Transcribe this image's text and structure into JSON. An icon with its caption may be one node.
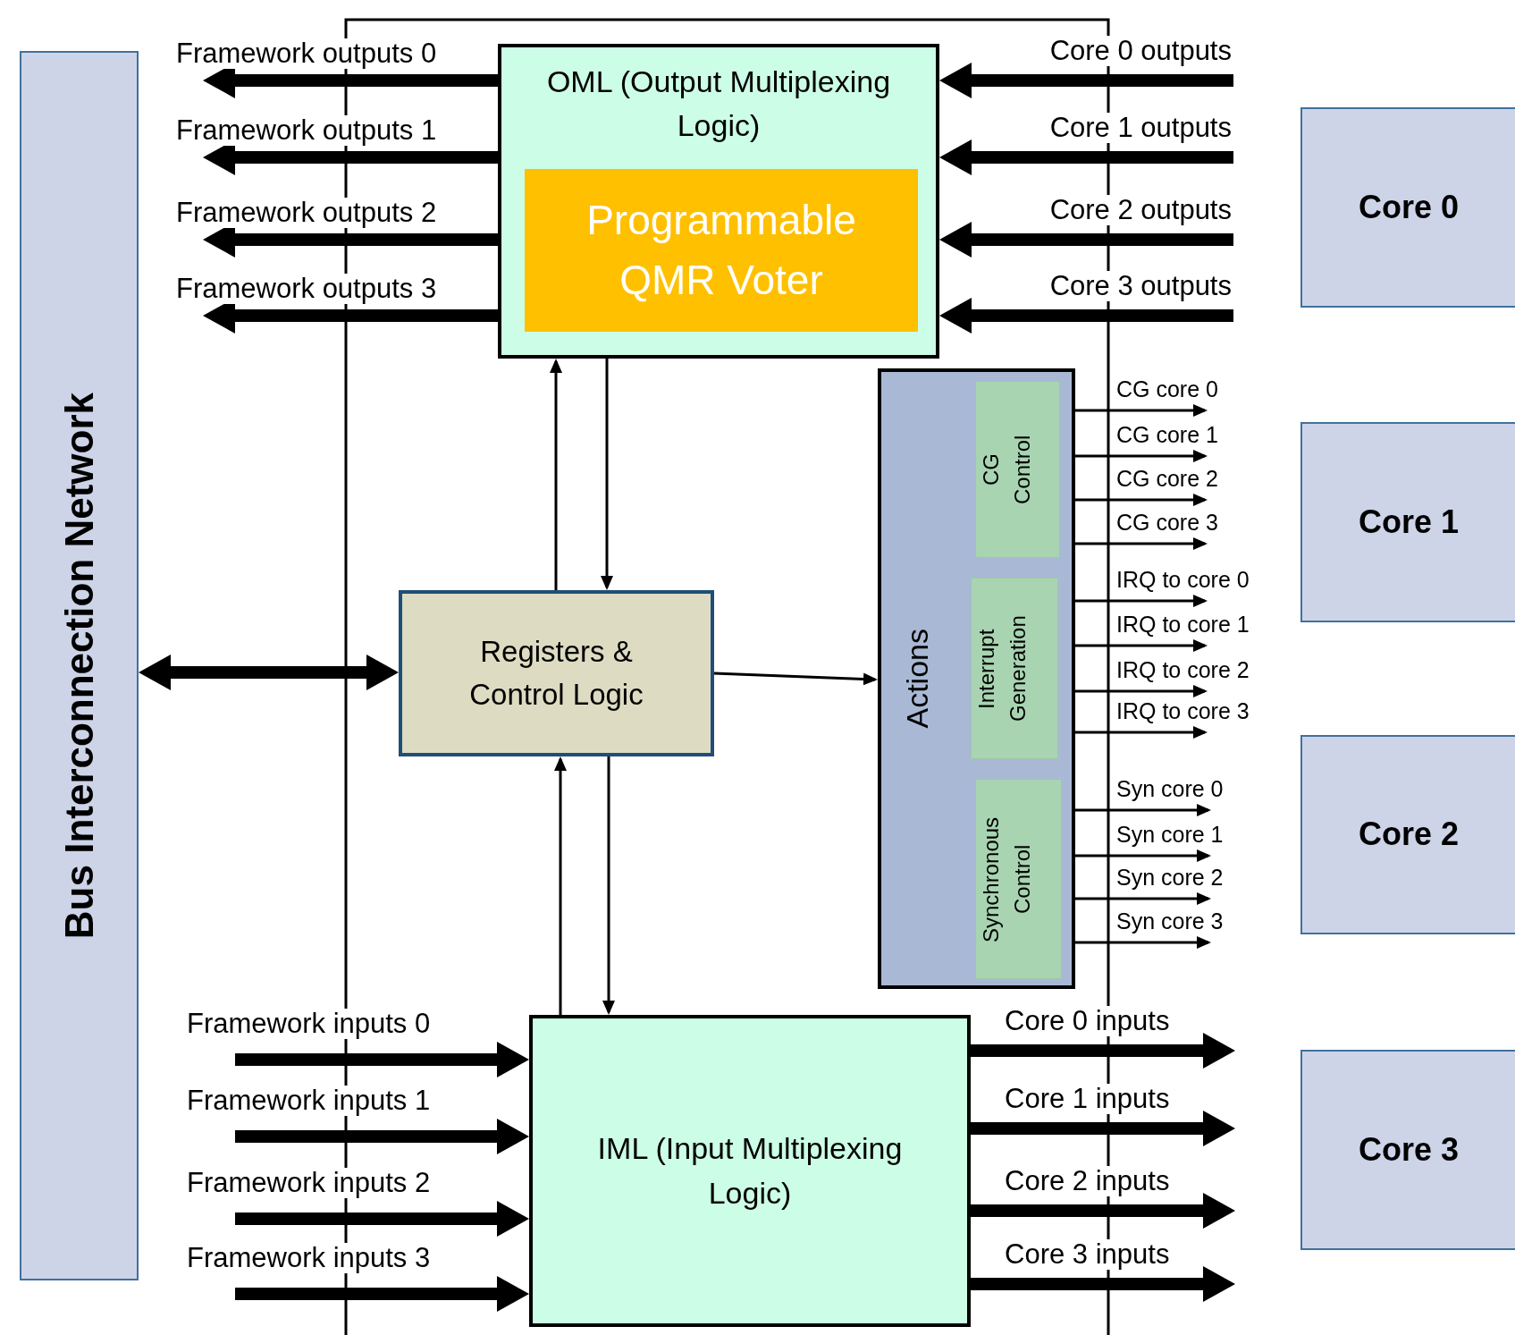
{
  "diagram": {
    "nodes": [
      {
        "text": [
          "Bus Interconnection Network"
        ]
      },
      {
        "text": [
          "OML (Output Multiplexing Logic)"
        ]
      },
      {
        "text": [
          "Programmable QMR Voter"
        ],
        "in": 1
      },
      {
        "text": [
          "Registers & Control Logic"
        ]
      },
      {
        "text": [
          "Actions"
        ]
      },
      {
        "text": [
          "CG Control"
        ],
        "in": 4
      },
      {
        "text": [
          "Interrupt Generation"
        ],
        "in": 4
      },
      {
        "text": [
          "Synchronous Control"
        ],
        "in": 4
      },
      {
        "text": [
          "IML (Input Multiplexing Logic)"
        ]
      },
      {
        "text": [
          "Core 0"
        ]
      },
      {
        "text": [
          "Core 1"
        ]
      },
      {
        "text": [
          "Core 2"
        ]
      },
      {
        "text": [
          "Core 3"
        ]
      }
    ],
    "edges": [
      {
        "from": 1,
        "to": null,
        "arrow": "to",
        "label": "Framework outputs 0",
        "style": "thick"
      },
      {
        "from": 1,
        "to": null,
        "arrow": "to",
        "label": "Framework outputs 1",
        "style": "thick"
      },
      {
        "from": 1,
        "to": null,
        "arrow": "to",
        "label": "Framework outputs 2",
        "style": "thick"
      },
      {
        "from": 1,
        "to": null,
        "arrow": "to",
        "label": "Framework outputs 3",
        "style": "thick"
      },
      {
        "from": null,
        "to": 1,
        "arrow": "to",
        "label": "Core 0 outputs",
        "style": "thick"
      },
      {
        "from": null,
        "to": 1,
        "arrow": "to",
        "label": "Core 1 outputs",
        "style": "thick"
      },
      {
        "from": null,
        "to": 1,
        "arrow": "to",
        "label": "Core 2 outputs",
        "style": "thick"
      },
      {
        "from": null,
        "to": 1,
        "arrow": "to",
        "label": "Core 3 outputs",
        "style": "thick"
      },
      {
        "from": 3,
        "to": 1,
        "arrow": "to"
      },
      {
        "from": 1,
        "to": 3,
        "arrow": "to"
      },
      {
        "from": 0,
        "to": 3,
        "arrow": "both",
        "style": "thick"
      },
      {
        "from": 3,
        "to": 4,
        "arrow": "to"
      },
      {
        "from": 5,
        "to": null,
        "arrow": "to",
        "label": "CG core 0"
      },
      {
        "from": 5,
        "to": null,
        "arrow": "to",
        "label": "CG core 1"
      },
      {
        "from": 5,
        "to": null,
        "arrow": "to",
        "label": "CG core 2"
      },
      {
        "from": 5,
        "to": null,
        "arrow": "to",
        "label": "CG core 3"
      },
      {
        "from": 6,
        "to": null,
        "arrow": "to",
        "label": "IRQ to core 0"
      },
      {
        "from": 6,
        "to": null,
        "arrow": "to",
        "label": "IRQ to core 1"
      },
      {
        "from": 6,
        "to": null,
        "arrow": "to",
        "label": "IRQ to core 2"
      },
      {
        "from": 6,
        "to": null,
        "arrow": "to",
        "label": "IRQ to core 3"
      },
      {
        "from": 7,
        "to": null,
        "arrow": "to",
        "label": "Syn core 0"
      },
      {
        "from": 7,
        "to": null,
        "arrow": "to",
        "label": "Syn core 1"
      },
      {
        "from": 7,
        "to": null,
        "arrow": "to",
        "label": "Syn core 2"
      },
      {
        "from": 7,
        "to": null,
        "arrow": "to",
        "label": "Syn core 3"
      },
      {
        "from": 8,
        "to": 3,
        "arrow": "to"
      },
      {
        "from": 3,
        "to": 8,
        "arrow": "to"
      },
      {
        "from": null,
        "to": 8,
        "arrow": "to",
        "label": "Framework inputs 0",
        "style": "thick"
      },
      {
        "from": null,
        "to": 8,
        "arrow": "to",
        "label": "Framework inputs 1",
        "style": "thick"
      },
      {
        "from": null,
        "to": 8,
        "arrow": "to",
        "label": "Framework inputs 2",
        "style": "thick"
      },
      {
        "from": null,
        "to": 8,
        "arrow": "to",
        "label": "Framework inputs 3",
        "style": "thick"
      },
      {
        "from": 8,
        "to": null,
        "arrow": "to",
        "label": "Core 0 inputs",
        "style": "thick"
      },
      {
        "from": 8,
        "to": null,
        "arrow": "to",
        "label": "Core 1 inputs",
        "style": "thick"
      },
      {
        "from": 8,
        "to": null,
        "arrow": "to",
        "label": "Core 2 inputs",
        "style": "thick"
      },
      {
        "from": 8,
        "to": null,
        "arrow": "to",
        "label": "Core 3 inputs",
        "style": "thick"
      }
    ]
  }
}
